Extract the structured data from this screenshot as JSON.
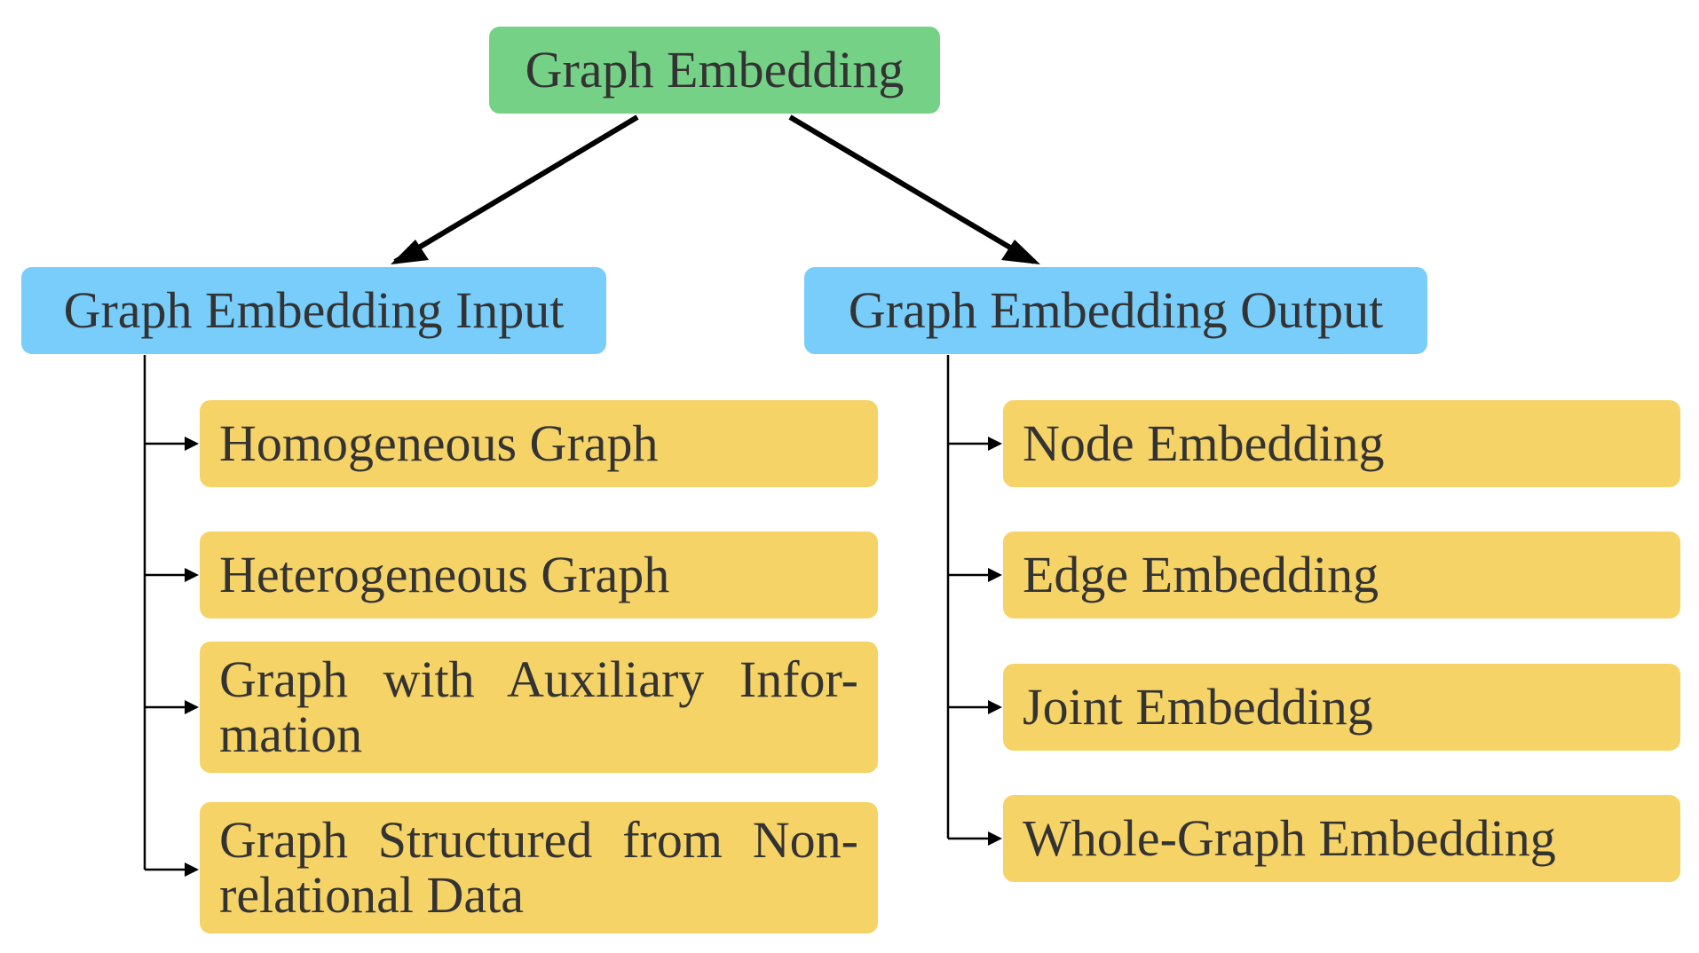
{
  "diagram": {
    "root": {
      "label": "Graph Embedding"
    },
    "branches": [
      {
        "label": "Graph Embedding Input",
        "children": [
          "Homogeneous Graph",
          "Heterogeneous Graph",
          "Graph with Auxiliary Infor- mation",
          "Graph Structured from Non-relational Data"
        ]
      },
      {
        "label": "Graph Embedding Output",
        "children": [
          "Node Embedding",
          "Edge Embedding",
          "Joint Embedding",
          "Whole-Graph Embedding"
        ]
      }
    ]
  },
  "colors": {
    "root_fill": "#75d185",
    "branch_fill": "#78cdfb",
    "leaf_fill": "#f6d366",
    "text": "#333333",
    "edge": "#000000"
  }
}
